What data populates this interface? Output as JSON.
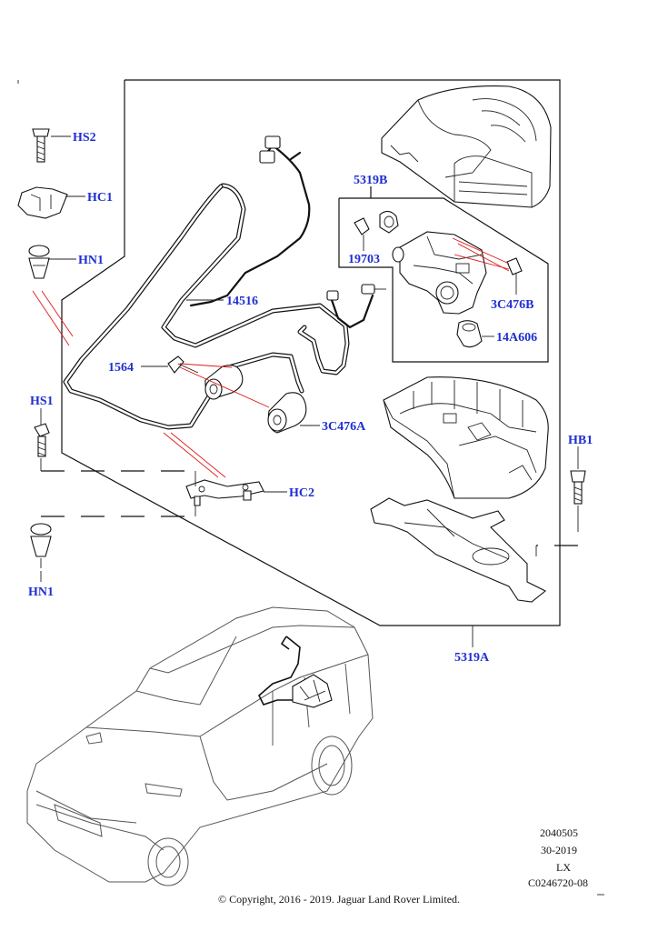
{
  "part_labels": {
    "hs2": "HS2",
    "hc1": "HC1",
    "hn1_top": "HN1",
    "hs1": "HS1",
    "hn1_bottom": "HN1",
    "hc2": "HC2",
    "p14516": "14516",
    "p1564": "1564",
    "p3c476a": "3C476A",
    "p5319b": "5319B",
    "p19703": "19703",
    "p3c476b": "3C476B",
    "p14a606": "14A606",
    "hb1": "HB1",
    "p5319a": "5319A"
  },
  "reference": {
    "line1": "2040505",
    "line2": "30-2019",
    "line3": "LX",
    "line4": "C0246720-08"
  },
  "copyright": "© Copyright, 2016 - 2019. Jaguar Land Rover Limited.",
  "colors": {
    "label": "#1f2fd0",
    "leader": "#e01818",
    "line": "#111111"
  }
}
